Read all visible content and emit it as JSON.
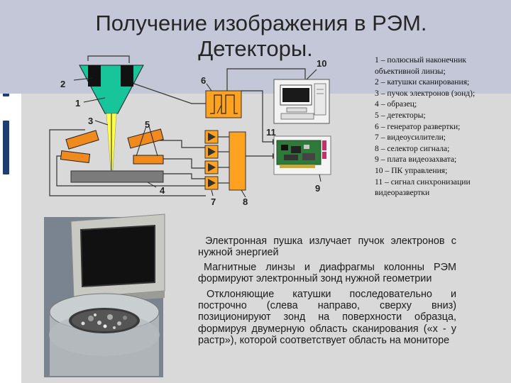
{
  "title": {
    "line1": "Получение изображения в РЭМ.",
    "line2": "Детекторы."
  },
  "legend": [
    "1 – полюсный наконечник",
    "объективной линзы;",
    "2 – катушки сканирования;",
    "3 – пучок электронов (зонд);",
    "4 – образец;",
    "5 – детекторы;",
    "6 – генератор развертки;",
    "7 – видеоусилители;",
    "8 – селектор сигнала;",
    "9 – плата видеозахвата;",
    "10 – ПК управления;",
    "11 – сигнал синхронизации",
    "видеоразвертки"
  ],
  "diagram_labels": {
    "n1": "1",
    "n2": "2",
    "n3": "3",
    "n4": "4",
    "n5": "5",
    "n6": "6",
    "n7": "7",
    "n8": "8",
    "n9": "9",
    "n10": "10",
    "n11": "11"
  },
  "paragraphs": [
    "Электронная пушка излучает пучок электронов с нужной энергией",
    "Магнитные линзы и диафрагмы колонны РЭМ формируют электронный зонд нужной геометрии",
    "Отклоняющие катушки последовательно и построчно (слева направо, сверху вниз) позиционируют зонд на поверхности образца, формируя двумерную область сканирования («x - y растр»), которой соответствует область на мониторе"
  ],
  "colors": {
    "column": "#18c49a",
    "beam": "#ffff44",
    "detector": "#f08a1e",
    "amplifier": "#ffa21f",
    "band": "#c3c7d8",
    "panel": "#d9d9d9",
    "side_tab": "#1f3f72"
  }
}
